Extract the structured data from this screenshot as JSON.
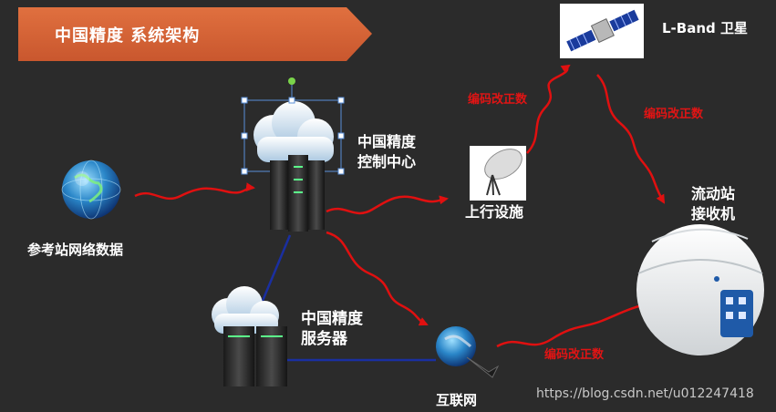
{
  "banner": {
    "title": "中国精度 系统架构"
  },
  "nodes": {
    "reference_network": "参考站网络数据",
    "control_center": [
      "中国精度",
      "控制中心"
    ],
    "uplink": "上行设施",
    "satellite": "L-Band 卫星",
    "rover": [
      "流动站",
      "接收机"
    ],
    "server": [
      "中国精度",
      "服务器"
    ],
    "internet": "互联网"
  },
  "edge_labels": {
    "uplink_to_satellite": "编码改正数",
    "satellite_to_rover": "编码改正数",
    "internet_to_rover": "编码改正数"
  },
  "watermark": "https://blog.csdn.net/u012247418",
  "colors": {
    "background": "#2b2b2b",
    "banner": "#d9643b",
    "arrow": "#e01010",
    "link": "#1a2fa0",
    "edge_label": "#e11414"
  }
}
